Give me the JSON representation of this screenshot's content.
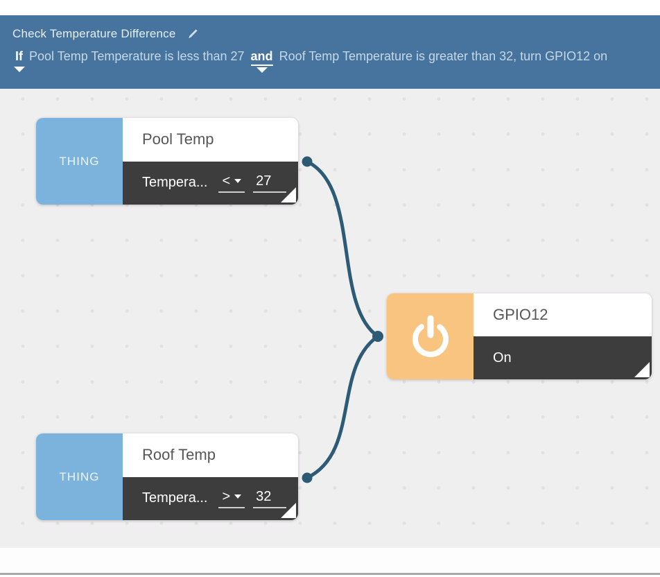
{
  "header": {
    "title": "Check Temperature Difference",
    "edit_icon": "pencil-icon",
    "sentence": {
      "if_label": "If",
      "clause1": "Pool Temp Temperature is less than 27",
      "and_label": "and",
      "clause2": "Roof Temp Temperature is greater than 32, turn GPIO12 on"
    }
  },
  "nodes": {
    "pool": {
      "type_label": "THING",
      "title": "Pool Temp",
      "property": "Tempera...",
      "operator": "<",
      "value": "27"
    },
    "roof": {
      "type_label": "THING",
      "title": "Roof Temp",
      "property": "Tempera...",
      "operator": ">",
      "value": "32"
    },
    "gpio": {
      "icon": "power-icon",
      "title": "GPIO12",
      "state": "On"
    }
  },
  "colors": {
    "header-bg": "#46749e",
    "thing-band": "#7cb3dd",
    "action-band": "#f8c480",
    "node-dark": "#3d3d3d",
    "connector": "#2d5a75",
    "canvas-bg": "#f0eff0"
  }
}
